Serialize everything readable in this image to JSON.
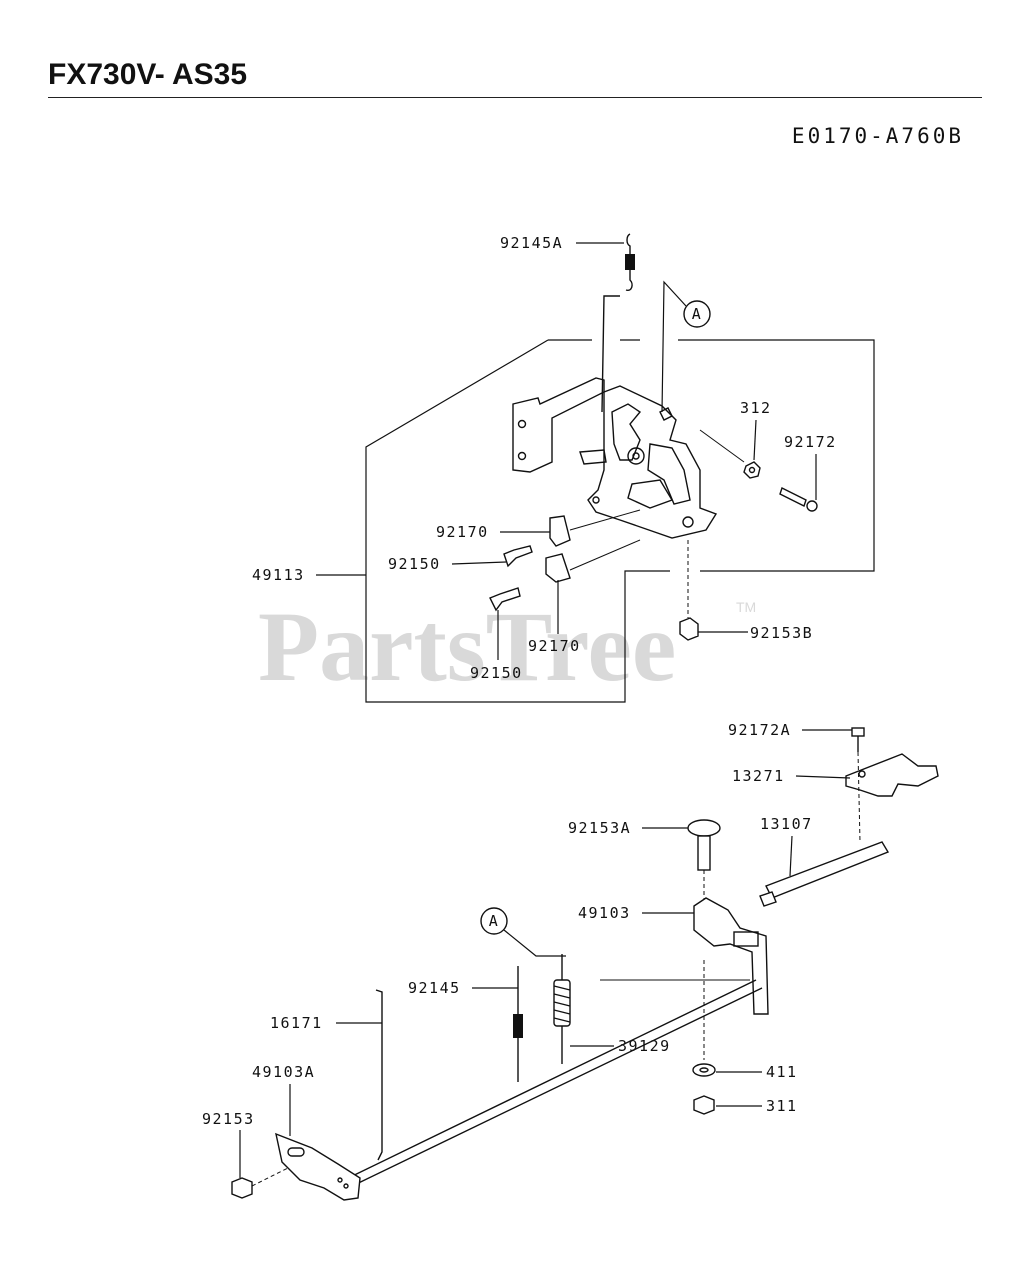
{
  "header": {
    "model": "FX730V- AS35",
    "diagram_code": "E0170-A760B"
  },
  "watermark": {
    "text": "PartsTree",
    "trademark": "TM"
  },
  "callouts": {
    "a_top": "A",
    "a_bottom": "A"
  },
  "parts": [
    {
      "number": "92145A"
    },
    {
      "number": "312"
    },
    {
      "number": "92172"
    },
    {
      "number": "92170"
    },
    {
      "number": "92150"
    },
    {
      "number": "49113"
    },
    {
      "number": "92170"
    },
    {
      "number": "92150"
    },
    {
      "number": "92153B"
    },
    {
      "number": "92172A"
    },
    {
      "number": "13271"
    },
    {
      "number": "92153A"
    },
    {
      "number": "13107"
    },
    {
      "number": "49103"
    },
    {
      "number": "92145"
    },
    {
      "number": "16171"
    },
    {
      "number": "39129"
    },
    {
      "number": "49103A"
    },
    {
      "number": "411"
    },
    {
      "number": "311"
    },
    {
      "number": "92153"
    }
  ]
}
